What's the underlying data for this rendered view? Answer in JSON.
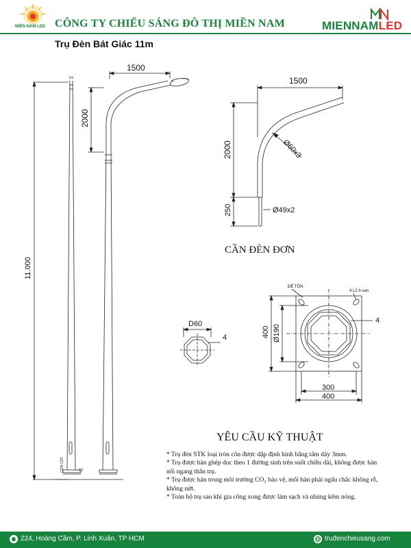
{
  "header": {
    "logo_left_text": "MIỀN NAM LED",
    "company": "CÔNG TY CHIẾU SÁNG ĐÔ THỊ MIỀN NAM",
    "brand_main": "MIENNAM",
    "brand_accent": "LED",
    "brand_color": "#16843c",
    "accent_color": "#e6332a"
  },
  "title": "Trụ Đèn Bát Giác 11m",
  "pole": {
    "height_label": "11.000",
    "arm_reach": "1500",
    "arm_rise": "2000",
    "d1": "D1",
    "d2": "D2",
    "door_label": "CỬA CỘT"
  },
  "arm_detail": {
    "reach": "1500",
    "rise": "2000",
    "sleeve": "250",
    "tube_upper": "Ø60x3",
    "tube_lower": "Ø49x2",
    "caption": "CẦN ĐÈN ĐƠN"
  },
  "section": {
    "diameter": "D60",
    "thickness": "4"
  },
  "base_plate": {
    "plate_label": "ĐẾ TÔN",
    "holes_label": "4 Lỗ ô van",
    "size": "400",
    "size_bottom": "400",
    "hole_spacing": "300",
    "circle": "Ø190",
    "thickness": "4"
  },
  "requirements": {
    "title": "YÊU CẦU KỸ THUẬT",
    "items": [
      "*  Trụ đèn STK loại tròn côn được dập định hình bằng tấm dày 3mm.",
      "* Trụ được hàn ghép dọc theo 1 đường sinh trên suốt chiều dài, không được hàn nối ngang thân trụ.",
      "* Trụ được hàn trong môi trường CO₂ bảo vệ, mối hàn phải ngấu chắc không rỗ, không nứt.",
      "*  Toàn bộ trụ sau khi gia công xong được làm sạch và nhúng kẽm nóng."
    ]
  },
  "footer": {
    "address": "224, Hoàng Cầm, P. Linh Xuân, TP HCM",
    "website": "truđenchieusang.com"
  }
}
